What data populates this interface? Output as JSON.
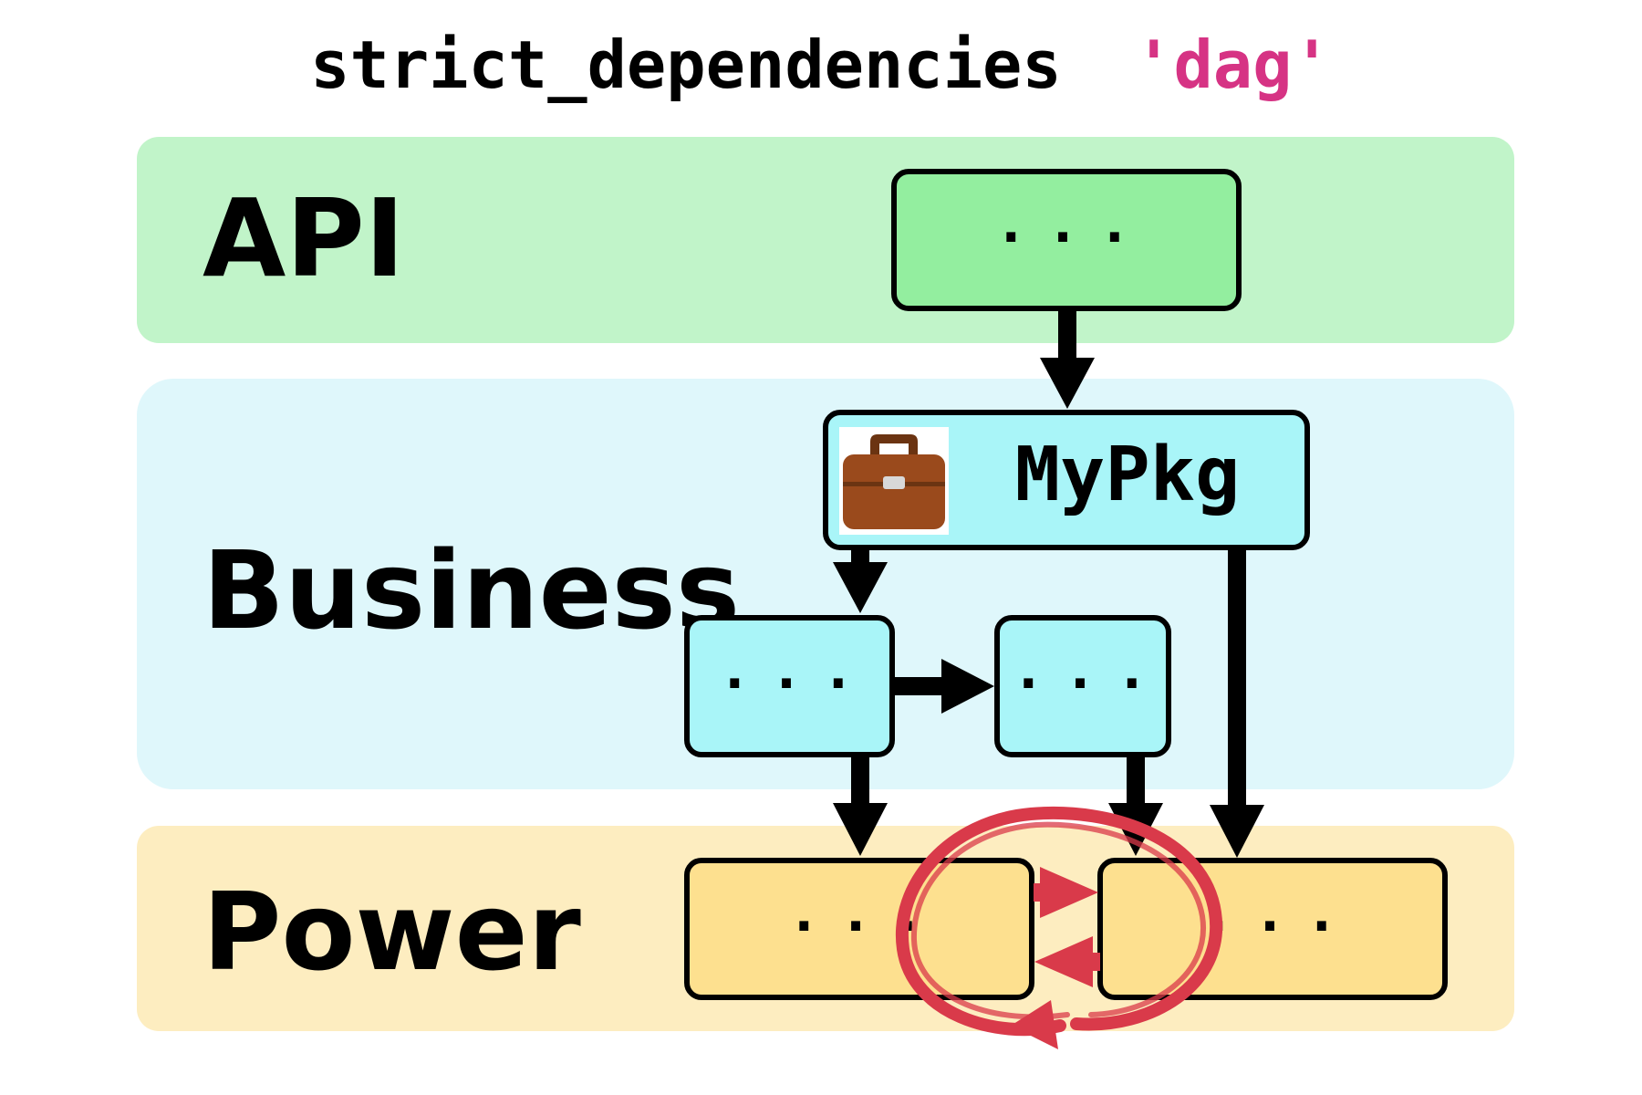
{
  "title": {
    "command": "strict_dependencies",
    "argument": "'dag'",
    "argument_color": "#d63384"
  },
  "layers": {
    "api": {
      "label": "API",
      "color": "#c1f4c9"
    },
    "business": {
      "label": "Business",
      "color": "#dff7fb"
    },
    "power": {
      "label": "Power",
      "color": "#fdedc0"
    }
  },
  "nodes": {
    "api_node": {
      "text": "· · ·",
      "color": "#93ee9f"
    },
    "mypkg": {
      "label": "MyPkg",
      "icon": "briefcase-icon",
      "color": "#a9f5f8"
    },
    "business_left": {
      "text": "· · ·",
      "color": "#a9f5f8"
    },
    "business_right": {
      "text": "· · ·",
      "color": "#a9f5f8"
    },
    "power_left": {
      "text": "· · ·",
      "color": "#fde08f"
    },
    "power_right": {
      "text": "· · ·",
      "color": "#fde08f"
    }
  },
  "cycle": {
    "icon": "cycle-icon",
    "color": "#d93a4a"
  }
}
